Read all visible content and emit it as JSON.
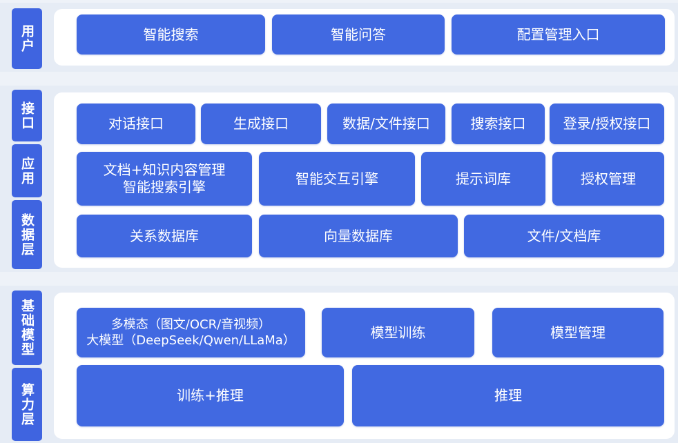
{
  "layers": {
    "user": {
      "label": "用户"
    },
    "interface": {
      "label": "接口"
    },
    "application": {
      "label": "应用"
    },
    "data": {
      "label": "数据层"
    },
    "foundation_model": {
      "label": "基础模型"
    },
    "compute": {
      "label": "算力层"
    }
  },
  "user_row": [
    "智能搜索",
    "智能问答",
    "配置管理入口"
  ],
  "interface_row": [
    "对话接口",
    "生成接口",
    "数据/文件接口",
    "搜索接口",
    "登录/授权接口"
  ],
  "application_row": {
    "doc_line1": "文档+知识内容管理",
    "doc_line2": "智能搜索引擎",
    "items": [
      "智能交互引擎",
      "提示词库",
      "授权管理"
    ]
  },
  "data_row": [
    "关系数据库",
    "向量数据库",
    "文件/文档库"
  ],
  "model_row": {
    "multi_line1": "多模态（图文/OCR/音视频）",
    "multi_line2": "大模型（DeepSeek/Qwen/LLaMa）",
    "items": [
      "模型训练",
      "模型管理"
    ]
  },
  "compute_row": [
    "训练+推理",
    "推理"
  ],
  "colors": {
    "accent": "#4169e1",
    "tag": "#3f64e0",
    "panel": "#ffffff",
    "background": "#eef2f8"
  }
}
